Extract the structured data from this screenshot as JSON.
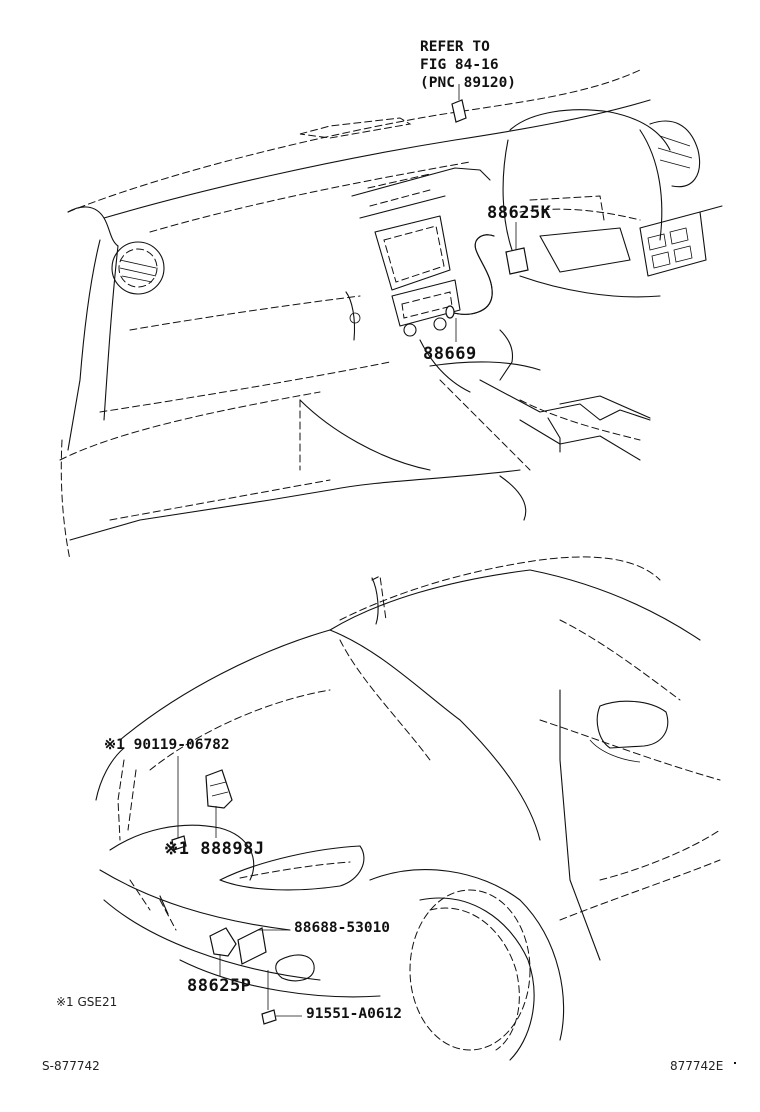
{
  "callouts": {
    "refer_line1": "REFER TO",
    "refer_line2": "FIG 84-16",
    "refer_line3": "(PNC 89120)",
    "p88625K": "88625K",
    "p88669": "88669",
    "p90119": "※1 90119-06782",
    "p88898J": "※1 88898J",
    "p88688": "88688-53010",
    "p88625P": "88625P",
    "p91551": "91551-A0612"
  },
  "footnote": "※1 GSE21",
  "footer": {
    "left_code": "S-877742",
    "right_code": "877742E"
  }
}
